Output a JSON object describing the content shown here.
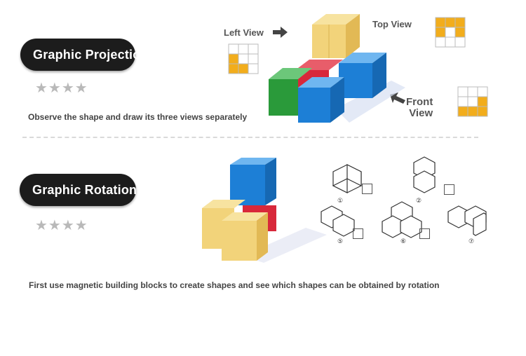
{
  "section1": {
    "title": "Graphic Projection",
    "stars": "★★★★",
    "caption": "Observe the shape and draw its three views separately",
    "labels": {
      "left_view": "Left View",
      "top_view": "Top View",
      "front_view_line1": "Front",
      "front_view_line2": "View"
    }
  },
  "section2": {
    "title": "Graphic Rotation",
    "stars": "★★★★",
    "caption": "First use magnetic building blocks to create shapes and see which shapes can be obtained by rotation",
    "options": [
      "①",
      "②",
      "⑤",
      "⑥",
      "⑦"
    ]
  },
  "colors": {
    "pill": "#1c1c1c",
    "grid_fill": "#f2ad1c",
    "cube_yellow": "#f2d37a",
    "cube_red": "#d8283a",
    "cube_green": "#2a9a3a",
    "cube_blue": "#1d7fd6"
  }
}
